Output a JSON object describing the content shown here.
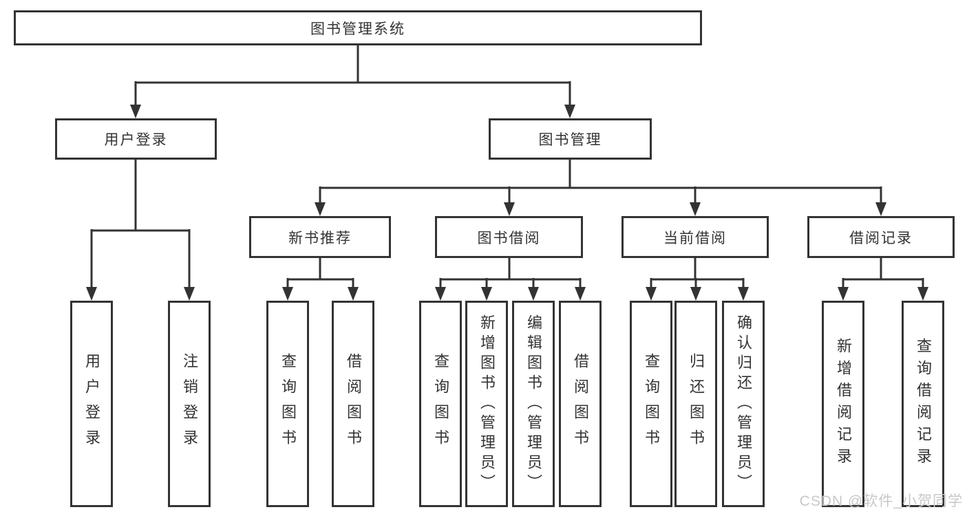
{
  "colors": {
    "background": "#ffffff",
    "line": "#333333",
    "text": "#333333",
    "watermark": "#c8c8c8"
  },
  "watermark": {
    "text": "CSDN @软件_小贺同学"
  },
  "diagram": {
    "type": "tree",
    "root": {
      "label": "图书管理系统"
    },
    "branches": [
      {
        "label": "用户登录",
        "children": [
          {
            "label": "用户登录"
          },
          {
            "label": "注销登录"
          }
        ]
      },
      {
        "label": "图书管理",
        "groups": [
          {
            "label": "新书推荐",
            "children": [
              {
                "label": "查询图书"
              },
              {
                "label": "借阅图书"
              }
            ]
          },
          {
            "label": "图书借阅",
            "children": [
              {
                "label": "查询图书"
              },
              {
                "label": "新增图书（管理员）"
              },
              {
                "label": "编辑图书（管理员）"
              },
              {
                "label": "借阅图书"
              }
            ]
          },
          {
            "label": "当前借阅",
            "children": [
              {
                "label": "查询图书"
              },
              {
                "label": "归还图书"
              },
              {
                "label": "确认归还（管理员）"
              }
            ]
          },
          {
            "label": "借阅记录",
            "children": [
              {
                "label": "新增借阅记录"
              },
              {
                "label": "查询借阅记录"
              }
            ]
          }
        ]
      }
    ]
  }
}
